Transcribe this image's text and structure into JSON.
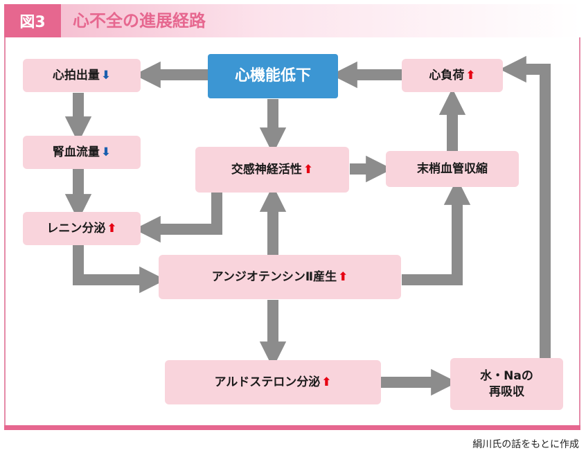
{
  "header": {
    "figure_label": "図3",
    "title": "心不全の進展経路"
  },
  "credit": "絹川氏の話をもとに作成",
  "colors": {
    "accent": "#e6678f",
    "box": "#f9d4dc",
    "central": "#3c96d3",
    "arrow": "#8c8c8c",
    "up": "#e60012",
    "down": "#1b5fae"
  },
  "nodes": {
    "cardiac_output": {
      "label": "心拍出量",
      "indicator": "⬇"
    },
    "cardiac_dysfunction": {
      "label": "心機能低下"
    },
    "cardiac_load": {
      "label": "心負荷",
      "indicator": "⬆"
    },
    "renal_blood_flow": {
      "label": "腎血流量",
      "indicator": "⬇"
    },
    "sympathetic": {
      "label": "交感神経活性",
      "indicator": "⬆"
    },
    "vasoconstriction": {
      "label": "末梢血管収縮"
    },
    "renin": {
      "label": "レニン分泌",
      "indicator": "⬆"
    },
    "angiotensin": {
      "label": "アンジオテンシンⅡ産生",
      "indicator": "⬆"
    },
    "aldosterone": {
      "label": "アルドステロン分泌",
      "indicator": "⬆"
    },
    "reabsorption": {
      "line1": "水・Naの",
      "line2": "再吸収"
    }
  }
}
